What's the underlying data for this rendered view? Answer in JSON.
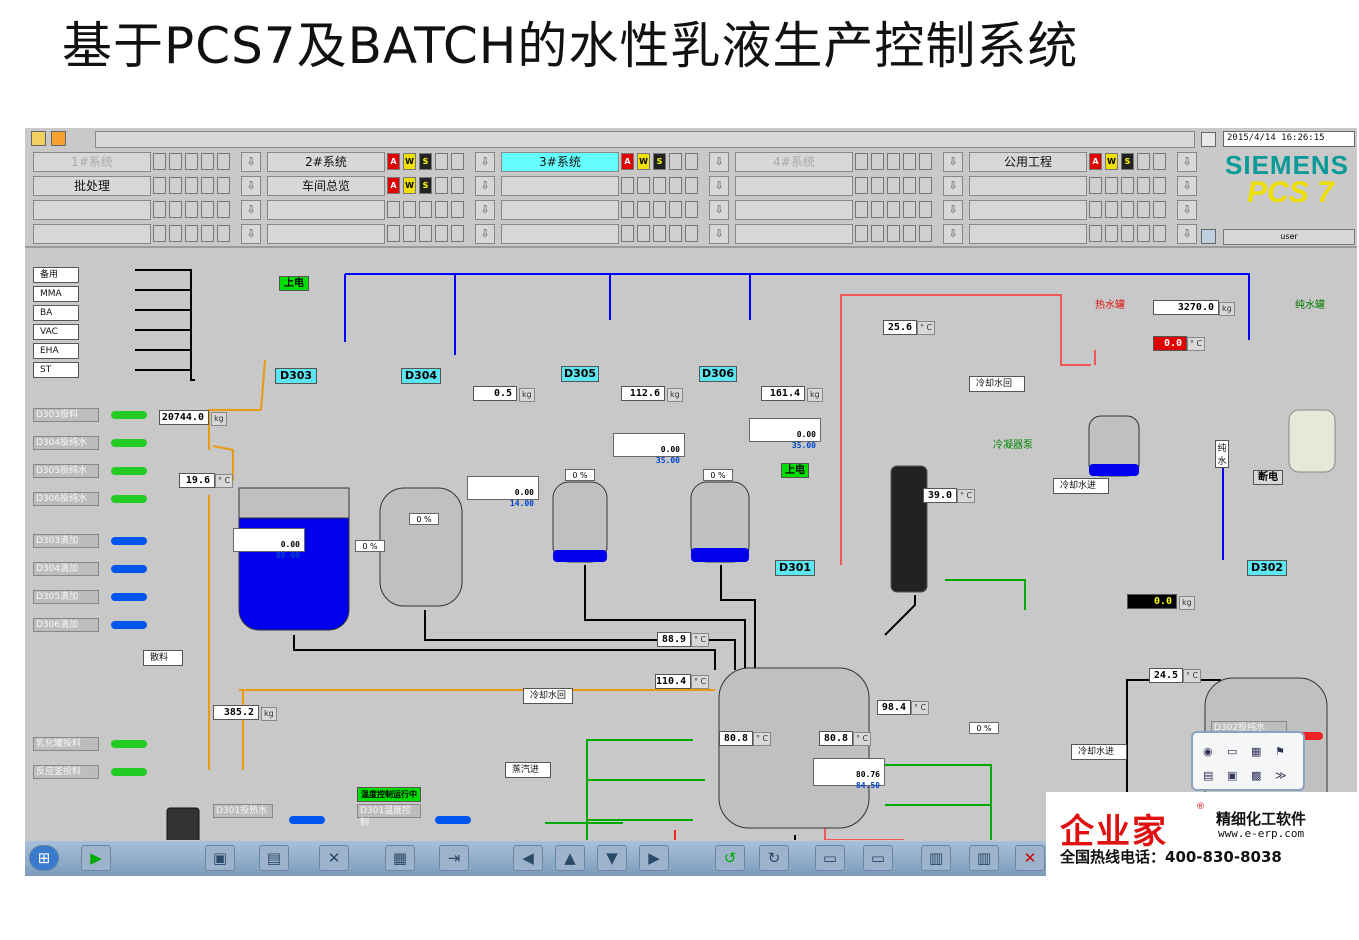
{
  "slide_title": "基于PCS7及BATCH的水性乳液生产控制系统",
  "header": {
    "datetime": "2015/4/14 16:26:15",
    "user": "user",
    "brand": "SIEMENS",
    "product": "PCS 7"
  },
  "areas": [
    {
      "label": "1#系统",
      "state": "dim",
      "indicators": false
    },
    {
      "label": "2#系统",
      "state": "normal",
      "indicators": true
    },
    {
      "label": "3#系统",
      "state": "active",
      "indicators": true
    },
    {
      "label": "4#系统",
      "state": "dim",
      "indicators": false
    },
    {
      "label": "公用工程",
      "state": "normal",
      "indicators": true
    },
    {
      "label": "批处理",
      "state": "normal",
      "indicators": false
    },
    {
      "label": "车间总览",
      "state": "normal",
      "indicators": true
    }
  ],
  "indicator_letters": {
    "a": "A",
    "w": "W",
    "s": "S"
  },
  "sources": [
    "备用",
    "MMA",
    "BA",
    "VAC",
    "EHA",
    "ST"
  ],
  "feeds": [
    {
      "label": "D303投料",
      "color": "#22cc22"
    },
    {
      "label": "D304投纯水",
      "color": "#22cc22"
    },
    {
      "label": "D305投纯水",
      "color": "#22cc22"
    },
    {
      "label": "D306投纯水",
      "color": "#22cc22"
    },
    {
      "label": "D303滴加",
      "color": "#0055ee"
    },
    {
      "label": "D304滴加",
      "color": "#0055ee"
    },
    {
      "label": "D305滴加",
      "color": "#0055ee"
    },
    {
      "label": "D306滴加",
      "color": "#0055ee"
    }
  ],
  "bottom_feeds": [
    {
      "label": "乳化罐投料",
      "color": "#22cc22"
    },
    {
      "label": "反应釜投料",
      "color": "#22cc22"
    }
  ],
  "tanks": {
    "d303": {
      "tag": "D303",
      "weight": "20744.0",
      "temp": "19.6",
      "status": "上电",
      "dual_top": "0.00",
      "dual_bot": "88.00",
      "pct": "0 %"
    },
    "d304": {
      "tag": "D304",
      "weight": "0.5",
      "dual_top": "0.00",
      "dual_bot": "14.00",
      "pct": "0 %"
    },
    "d305": {
      "tag": "D305",
      "weight": "112.6",
      "dual_top": "0.00",
      "dual_bot": "35.00",
      "pct": "0 %"
    },
    "d306": {
      "tag": "D306",
      "weight": "161.4",
      "dual_top": "0.00",
      "dual_bot": "35.00",
      "pct": "0 %"
    },
    "d301": {
      "tag": "D301",
      "status": "上电",
      "jacket_top": "88.9",
      "jacket_bot": "110.4",
      "out_left": "80.8",
      "out_right": "80.8",
      "right_temp": "98.4",
      "dual_top": "80.76",
      "dual_bot": "84.50",
      "pct": "0 %"
    },
    "d302": {
      "tag": "D302",
      "weight": "0.0",
      "temp": "24.5",
      "status": "断电",
      "feed": "D302投纯水"
    }
  },
  "hotwater": {
    "label": "热水罐",
    "weight": "3270.0",
    "temp": "0.0"
  },
  "purewater": {
    "label": "纯水罐",
    "vertical": "纯水"
  },
  "condenser": {
    "temp_top": "25.6",
    "temp_bot": "39.0",
    "pump": "冷凝器泵",
    "return": "冷却水回",
    "supply": "冷却水进"
  },
  "lines": {
    "cool_return": "冷却水回",
    "cool_supply": "冷却水进",
    "steam": "蒸汽进",
    "bulk": "散料",
    "drum_weight": "385.2"
  },
  "units": {
    "kg": "kg",
    "c": "° C"
  },
  "controls": {
    "d301_heat": "D301投热水",
    "temp_ctrl": "温度控制运行中",
    "stir_ctrl": "D301温度控制"
  },
  "logo": {
    "main": "企业家",
    "reg": "®",
    "sub": "精细化工软件",
    "url": "www.e-erp.com",
    "hotline": "全国热线电话：400-830-8038"
  },
  "colors": {
    "water": "#0000ff",
    "hot": "#ff3333",
    "cool": "#00aa00",
    "feed": "#e89a10",
    "siemens": "#0a9a98",
    "pcs7": "#f0e000"
  }
}
